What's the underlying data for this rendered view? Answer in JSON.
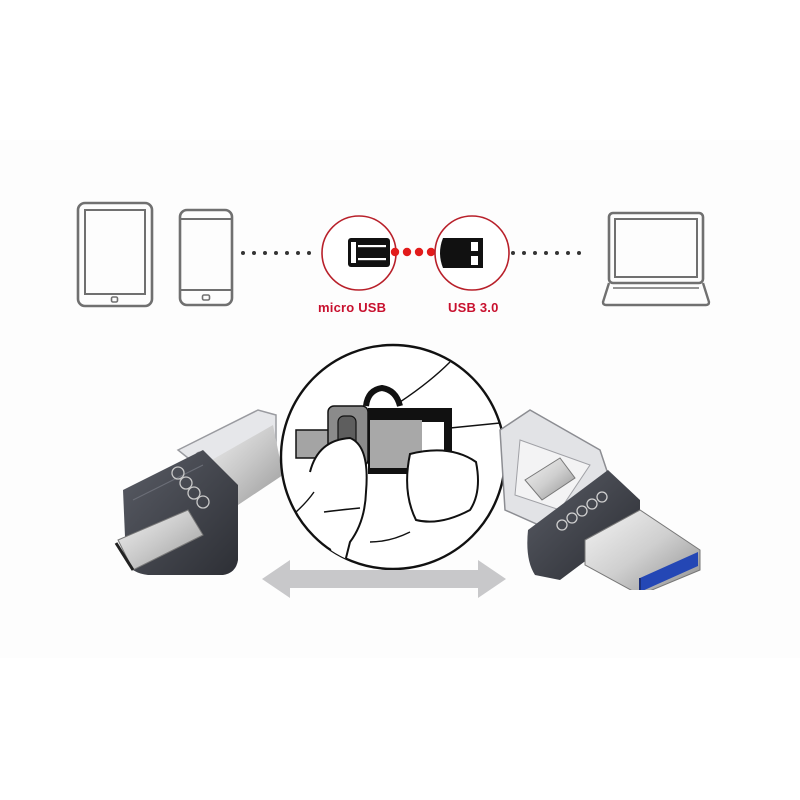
{
  "diagram": {
    "colors": {
      "background": "#ffffff",
      "band": "#fdfdfd",
      "icon_stroke": "#707070",
      "accent_red": "#c8102e",
      "dot_red": "#e21b1b",
      "dot_dark": "#333333",
      "arrow_gray": "#c8c8ca",
      "usb3_blue": "#2447b5"
    },
    "devices": [
      {
        "name": "tablet",
        "icon": "tablet-icon"
      },
      {
        "name": "smartphone",
        "icon": "smartphone-icon"
      },
      {
        "name": "laptop",
        "icon": "laptop-icon"
      }
    ],
    "connectors": [
      {
        "icon": "micro-usb-connector-icon",
        "label": "micro USB"
      },
      {
        "icon": "usb-3-connector-icon",
        "label": "USB 3.0"
      }
    ],
    "illustration": {
      "left_drive": "dual-drive-micro-usb-side",
      "center_inset": "thumb-sliding-connector-illustration",
      "right_drive": "dual-drive-usb-3-side",
      "arrow": "double-headed-arrow"
    }
  }
}
